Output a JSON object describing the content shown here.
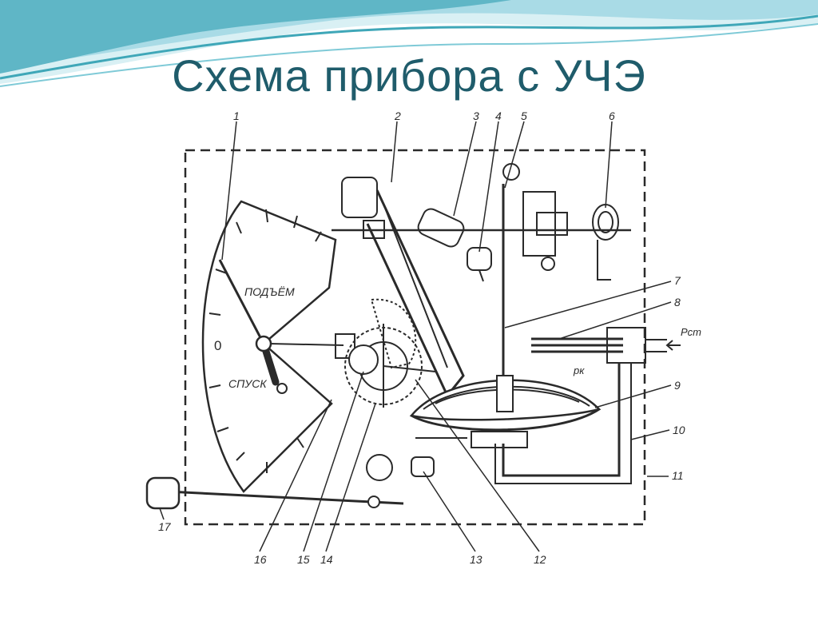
{
  "slide": {
    "title": "Схема прибора с УЧЭ"
  },
  "dial": {
    "zero_label": "0",
    "up_label": "ПОДЪЁМ",
    "down_label": "СПУСК"
  },
  "pressure_labels": {
    "static": "Pст",
    "internal": "рк"
  },
  "callouts": [
    "1",
    "2",
    "3",
    "4",
    "5",
    "6",
    "7",
    "8",
    "9",
    "10",
    "11",
    "12",
    "13",
    "14",
    "15",
    "16",
    "17"
  ],
  "colors": {
    "title": "#1f5c6b",
    "wave_dark": "#3fa7b8",
    "wave_light": "#bfe6ee",
    "ink": "#2a2a2a"
  }
}
